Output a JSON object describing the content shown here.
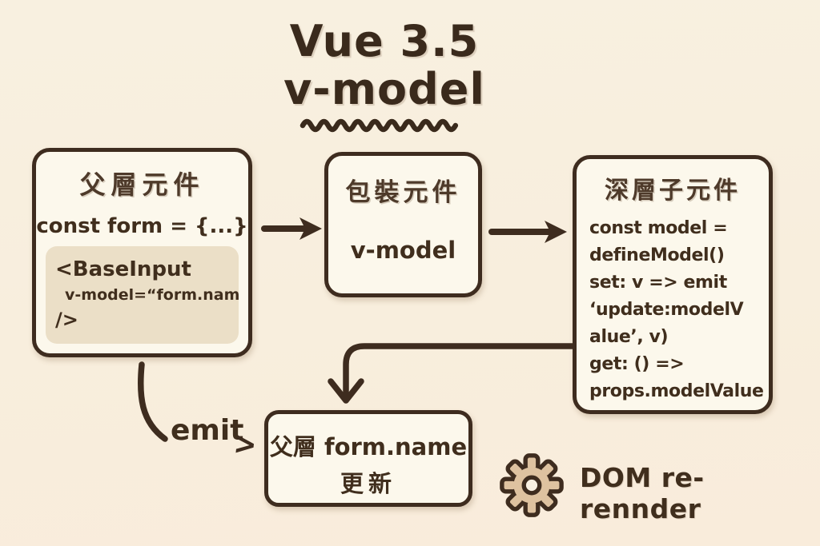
{
  "title": {
    "line1": "Vue 3.5",
    "line2": "v-model"
  },
  "boxes": {
    "parent": {
      "heading": "父層元件",
      "code_line": "const form = {...}",
      "snippet_lines": [
        "<BaseInput",
        "v-model=“form.name\"",
        "/>"
      ]
    },
    "wrapper": {
      "heading": "包裝元件",
      "label": "v-model"
    },
    "child": {
      "heading": "深層子元件",
      "code_lines": [
        "const model =",
        "defineModel()",
        "set: v => emit",
        "‘update:modelV",
        "alue’, v)",
        "get: () =>",
        "props.modelValue"
      ]
    },
    "result": {
      "line1": "父層 form.name",
      "line2": "更新"
    }
  },
  "labels": {
    "emit": "emit",
    "emit_chevron": ">",
    "dom": "DOM re-rennder"
  },
  "icons": {
    "gear": "gear-icon"
  },
  "colors": {
    "background": "#f8efde",
    "box_fill": "#fcf8ec",
    "ink": "#3e2c1f",
    "heading": "#4e3a2a",
    "code_block_bg": "#ebdfc7",
    "gear_fill": "#dec2a0"
  }
}
